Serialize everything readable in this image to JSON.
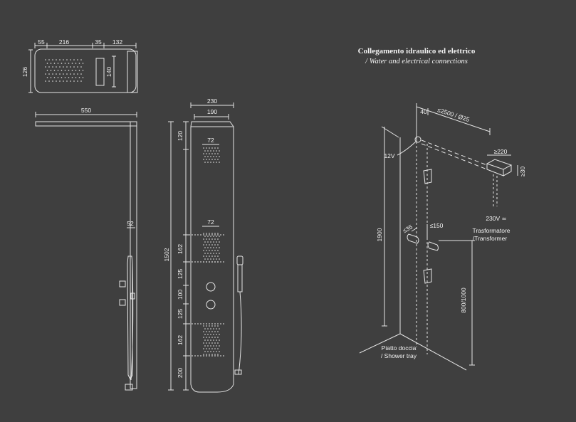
{
  "title": "Collegamento idraulico ed elettrico",
  "subtitle": "/ Water and electrical connections",
  "colors": {
    "background": "#3f3f3f",
    "line": "#e6e6e6"
  },
  "top_view": {
    "dims": [
      "55",
      "216",
      "35",
      "132",
      "126",
      "140"
    ]
  },
  "side_view": {
    "dims": [
      "550",
      "52"
    ]
  },
  "front_view": {
    "dims": [
      "230",
      "190",
      "120",
      "72",
      "72",
      "1502",
      "162",
      "125",
      "100",
      "125",
      "162",
      "200"
    ]
  },
  "connections": {
    "dims": [
      "40",
      "≤2500 / Ø25",
      "≥220",
      "≥30",
      "1900",
      "≤35",
      "≤150",
      "800/1000"
    ],
    "voltage_12": "12V",
    "voltage_230": "230V ≃",
    "transformer_it": "Trasformatore",
    "transformer_en": "/Transformer",
    "tray_it": "Piatto doccia",
    "tray_en": "/ Shower tray"
  }
}
